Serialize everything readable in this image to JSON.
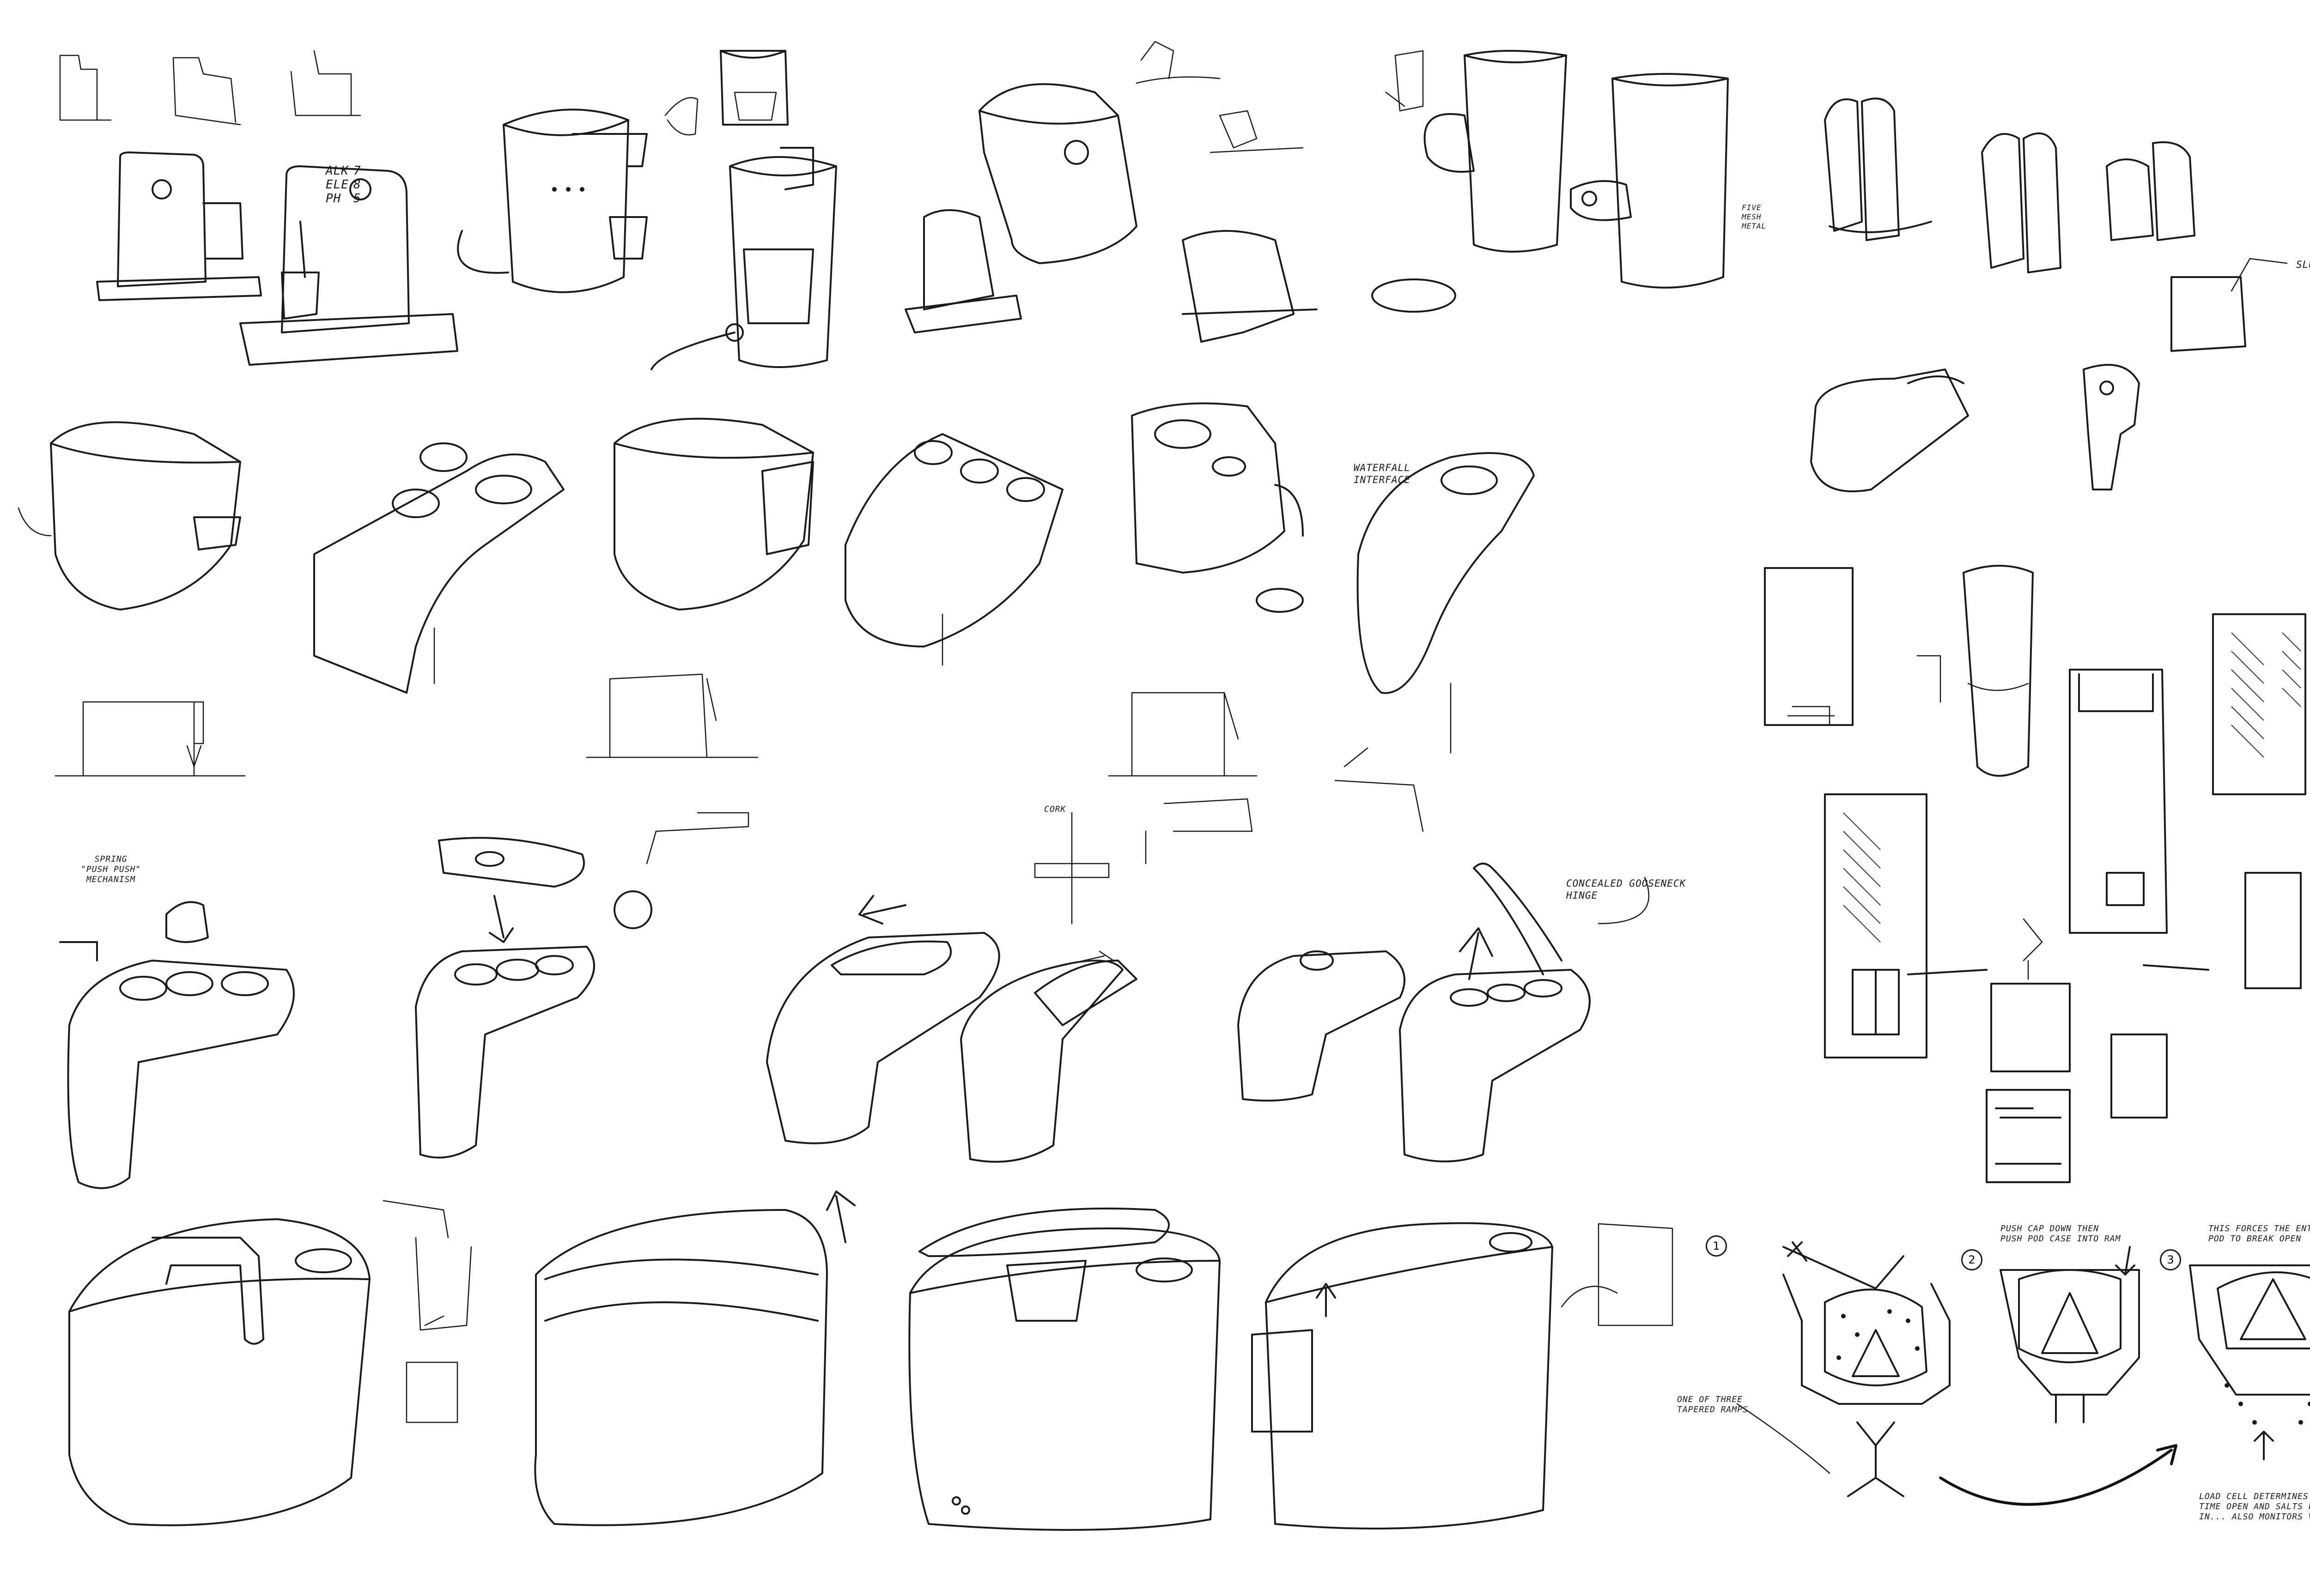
{
  "sheet": {
    "background": "#ffffff",
    "ink_color": "#1a1a1a"
  },
  "labels": {
    "alk_line1": "ALK",
    "alk_line2": "ELE",
    "alk_line3": "PH",
    "alk_val1": "7",
    "alk_val2": "8",
    "alk_val3": "5",
    "slump": "SLUMP",
    "five_mesh": "FIVE\nMESH\nMETAL",
    "waterfall": "WATERFALL\nINTERFACE",
    "spring": "SPRING\n\"PUSH PUSH\"\nMECHANISM",
    "concealed": "CONCEALED GOOSENECK\nHINGE",
    "cork": "CORK",
    "step1": "1",
    "step2": "2",
    "step3": "3",
    "push_cap": "PUSH CAP DOWN THEN\nPUSH POD CASE INTO RAM",
    "forces": "THIS FORCES THE ENTIRE\nPOD TO BREAK OPEN",
    "ramps": "ONE OF THREE\nTAPERED RAMPS",
    "load_cell": "LOAD CELL DETERMINES\nTIME OPEN AND SALTS POUR\nIN... ALSO MONITORS VOLUME"
  }
}
